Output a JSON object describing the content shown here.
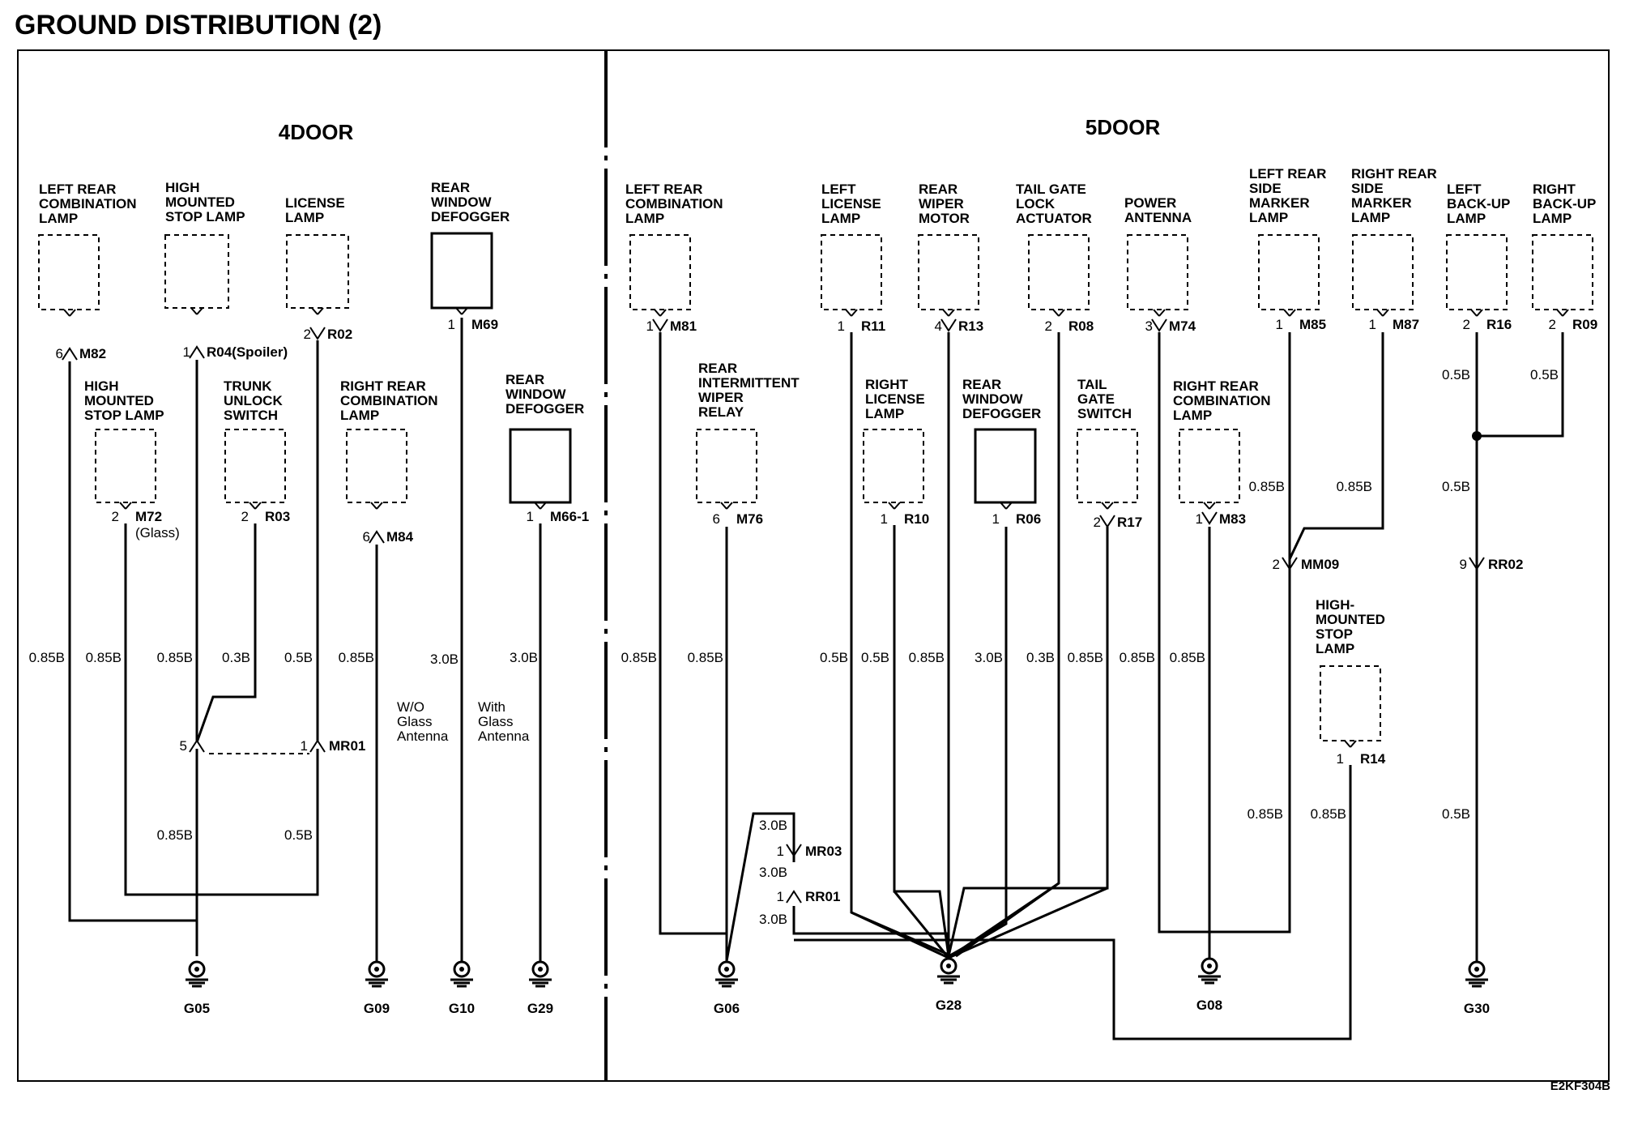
{
  "title": "GROUND DISTRIBUTION (2)",
  "doc_code": "E2KF304B",
  "sections": [
    {
      "key": "4door",
      "label": "4DOOR"
    },
    {
      "key": "5door",
      "label": "5DOOR"
    }
  ],
  "components": [
    {
      "key": "4d-lrcl",
      "text": "LEFT REAR\nCOMBINATION\nLAMP",
      "solid": false,
      "conn_pin": "6",
      "conn_id": "M82",
      "conn_dir": "up"
    },
    {
      "key": "4d-hmsl1",
      "text": "HIGH\nMOUNTED\nSTOP LAMP",
      "solid": false,
      "conn_pin": "1",
      "conn_id": "R04(Spoiler)",
      "conn_dir": "up"
    },
    {
      "key": "4d-lic",
      "text": "LICENSE\nLAMP",
      "solid": false,
      "conn_pin": "2",
      "conn_id": "R02",
      "conn_dir": "down"
    },
    {
      "key": "4d-rwd1",
      "text": "REAR\nWINDOW\nDEFOGGER",
      "solid": true,
      "conn_pin": "1",
      "conn_id": "M69",
      "conn_dir": "none"
    },
    {
      "key": "4d-hmsl2",
      "text": "HIGH\nMOUNTED\nSTOP LAMP",
      "solid": false,
      "conn_pin": "2",
      "conn_id": "M72\n(Glass)",
      "conn_dir": "none"
    },
    {
      "key": "4d-trunk",
      "text": "TRUNK\nUNLOCK\nSWITCH",
      "solid": false,
      "conn_pin": "2",
      "conn_id": "R03",
      "conn_dir": "none"
    },
    {
      "key": "4d-rrcl",
      "text": "RIGHT REAR\nCOMBINATION\nLAMP",
      "solid": false,
      "conn_pin": "6",
      "conn_id": "M84",
      "conn_dir": "up"
    },
    {
      "key": "4d-rwd2",
      "text": "REAR\nWINDOW\nDEFOGGER",
      "solid": true,
      "conn_pin": "1",
      "conn_id": "M66-1",
      "conn_dir": "none"
    },
    {
      "key": "5d-lrcl",
      "text": "LEFT REAR\nCOMBINATION\nLAMP",
      "solid": false,
      "conn_pin": "1",
      "conn_id": "M81",
      "conn_dir": "down"
    },
    {
      "key": "5d-riwr",
      "text": "REAR\nINTERMITTENT\nWIPER\nRELAY",
      "solid": false,
      "conn_pin": "6",
      "conn_id": "M76",
      "conn_dir": "none"
    },
    {
      "key": "5d-llic",
      "text": "LEFT\nLICENSE\nLAMP",
      "solid": false,
      "conn_pin": "1",
      "conn_id": "R11",
      "conn_dir": "none"
    },
    {
      "key": "5d-rwm",
      "text": "REAR\nWIPER\nMOTOR",
      "solid": false,
      "conn_pin": "4",
      "conn_id": "R13",
      "conn_dir": "down"
    },
    {
      "key": "5d-tgla",
      "text": "TAIL GATE\nLOCK\nACTUATOR",
      "solid": false,
      "conn_pin": "2",
      "conn_id": "R08",
      "conn_dir": "none"
    },
    {
      "key": "5d-pant",
      "text": "POWER\nANTENNA",
      "solid": false,
      "conn_pin": "3",
      "conn_id": "M74",
      "conn_dir": "down"
    },
    {
      "key": "5d-lrsm",
      "text": "LEFT REAR\nSIDE\nMARKER\nLAMP",
      "solid": false,
      "conn_pin": "1",
      "conn_id": "M85",
      "conn_dir": "none"
    },
    {
      "key": "5d-rrsm",
      "text": "RIGHT REAR\nSIDE\nMARKER\nLAMP",
      "solid": false,
      "conn_pin": "1",
      "conn_id": "M87",
      "conn_dir": "none"
    },
    {
      "key": "5d-lbu",
      "text": "LEFT\nBACK-UP\nLAMP",
      "solid": false,
      "conn_pin": "2",
      "conn_id": "R16",
      "conn_dir": "none"
    },
    {
      "key": "5d-rbu",
      "text": "RIGHT\nBACK-UP\nLAMP",
      "solid": false,
      "conn_pin": "2",
      "conn_id": "R09",
      "conn_dir": "none"
    },
    {
      "key": "5d-rlic",
      "text": "RIGHT\nLICENSE\nLAMP",
      "solid": false,
      "conn_pin": "1",
      "conn_id": "R10",
      "conn_dir": "none"
    },
    {
      "key": "5d-rwd",
      "text": "REAR\nWINDOW\nDEFOGGER",
      "solid": true,
      "conn_pin": "1",
      "conn_id": "R06",
      "conn_dir": "none"
    },
    {
      "key": "5d-tgs",
      "text": "TAIL\nGATE\nSWITCH",
      "solid": false,
      "conn_pin": "2",
      "conn_id": "R17",
      "conn_dir": "down"
    },
    {
      "key": "5d-rrcl",
      "text": "RIGHT REAR\nCOMBINATION\nLAMP",
      "solid": false,
      "conn_pin": "1",
      "conn_id": "M83",
      "conn_dir": "down"
    },
    {
      "key": "5d-hmsl",
      "text": "HIGH-\nMOUNTED\nSTOP\nLAMP",
      "solid": false,
      "conn_pin": "1",
      "conn_id": "R14",
      "conn_dir": "none"
    }
  ],
  "inline_connectors": [
    {
      "key": "mr01-5",
      "pin": "5",
      "id": "",
      "dir": "up"
    },
    {
      "key": "mr01-1",
      "pin": "1",
      "id": "MR01",
      "dir": "up"
    },
    {
      "key": "mr03",
      "pin": "1",
      "id": "MR03",
      "dir": "down"
    },
    {
      "key": "rr01",
      "pin": "1",
      "id": "RR01",
      "dir": "up"
    },
    {
      "key": "mm09",
      "pin": "2",
      "id": "MM09",
      "dir": "down"
    },
    {
      "key": "rr02",
      "pin": "9",
      "id": "RR02",
      "dir": "down"
    }
  ],
  "wire_labels": [
    "0.85B",
    "0.85B",
    "0.85B",
    "0.3B",
    "0.5B",
    "0.85B",
    "3.0B",
    "3.0B",
    "0.85B",
    "0.5B",
    "0.85B",
    "0.85B",
    "0.5B",
    "0.5B",
    "0.85B",
    "3.0B",
    "0.3B",
    "0.85B",
    "0.85B",
    "0.85B",
    "0.5B",
    "0.5B",
    "0.85B",
    "0.85B",
    "0.5B",
    "3.0B",
    "3.0B",
    "3.0B",
    "0.85B",
    "0.85B",
    "0.5B"
  ],
  "notes": [
    {
      "key": "wo-glass",
      "text": "W/O\nGlass\nAntenna"
    },
    {
      "key": "with-glass",
      "text": "With\nGlass\nAntenna"
    }
  ],
  "grounds": [
    "G05",
    "G09",
    "G10",
    "G29",
    "G06",
    "G28",
    "G08",
    "G30"
  ]
}
